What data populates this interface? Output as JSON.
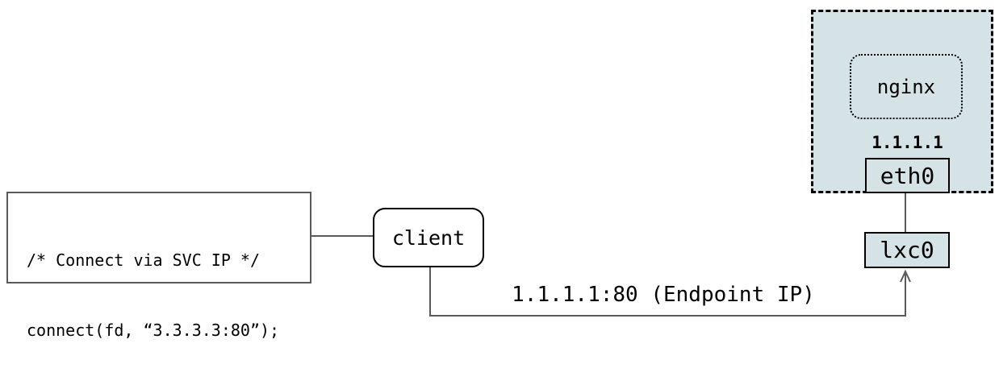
{
  "colors": {
    "pod_fill": "#d5e2e6",
    "line": "#595959",
    "node_border": "#000000",
    "text": "#000000"
  },
  "code_box": {
    "line1": "/* Connect via SVC IP */",
    "line2": "connect(fd, “3.3.3.3:80”);"
  },
  "client": {
    "label": "client"
  },
  "pod": {
    "app_label": "nginx",
    "ip": "1.1.1.1",
    "interface_label": "eth0"
  },
  "host": {
    "interface_label": "lxc0"
  },
  "edge": {
    "label": "1.1.1.1:80 (Endpoint IP)"
  }
}
